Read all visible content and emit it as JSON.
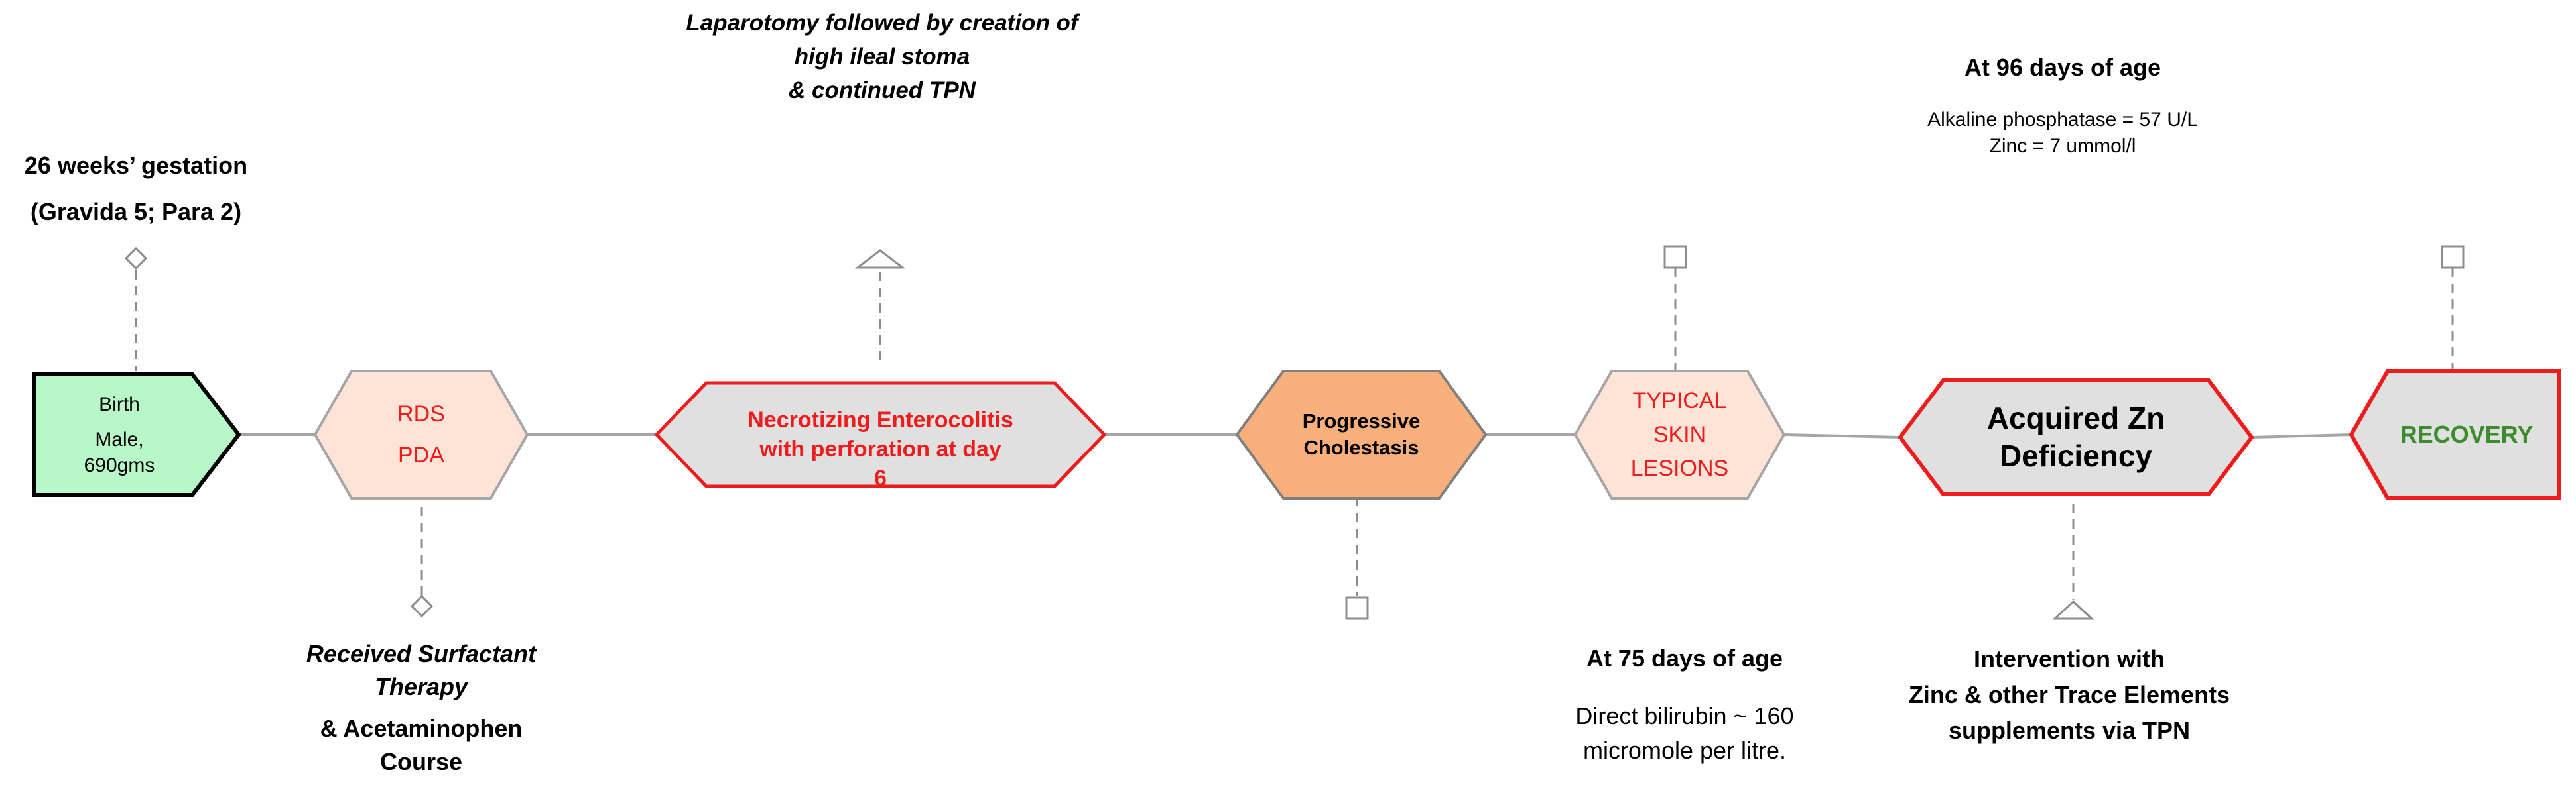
{
  "colors": {
    "line": "#a6a6a6",
    "birth_fill": "#b7f7c8",
    "peach_fill": "#fde4d6",
    "peach_stroke": "#a6a6a6",
    "grey_fill": "#e0e0e0",
    "red_stroke": "#ee1c1c",
    "red_text": "#ee1c1c",
    "orange_fill": "#f7b07b",
    "green_text": "#3c8c2e"
  },
  "nodes": {
    "birth": {
      "lines": [
        "Birth",
        "Male,",
        "690gms"
      ]
    },
    "rds_pda": {
      "lines": [
        "RDS",
        "PDA"
      ]
    },
    "nec": {
      "lines": [
        "Necrotizing Enterocolitis",
        "with perforation at day",
        "6"
      ]
    },
    "cholestasis": {
      "lines": [
        "Progressive",
        "Cholestasis"
      ]
    },
    "skin": {
      "lines": [
        "TYPICAL",
        "SKIN",
        "LESIONS"
      ]
    },
    "zn": {
      "lines": [
        "Acquired Zn",
        "Deficiency"
      ]
    },
    "recovery": {
      "lines": [
        "RECOVERY"
      ]
    }
  },
  "annotations": {
    "gestation": {
      "lines": [
        "26 weeks’ gestation",
        "(Gravida 5; Para 2)"
      ]
    },
    "surfactant": {
      "italic_lines": [
        "Received Surfactant",
        "Therapy"
      ],
      "lines": [
        "& Acetaminophen",
        "Course"
      ]
    },
    "laparotomy": {
      "lines": [
        "Laparotomy followed by creation of",
        "high ileal stoma",
        "& continued TPN"
      ]
    },
    "day75": {
      "title": "At 75 days of age",
      "lines": [
        "Direct bilirubin ~ 160",
        "micromole per litre."
      ]
    },
    "day96": {
      "title": "At 96 days of age",
      "lines": [
        "Alkaline phosphatase = 57 U/L",
        "Zinc = 7 ummol/l"
      ]
    },
    "intervention": {
      "lines": [
        "Intervention with",
        "Zinc & other Trace Elements",
        "supplements via TPN"
      ]
    }
  }
}
